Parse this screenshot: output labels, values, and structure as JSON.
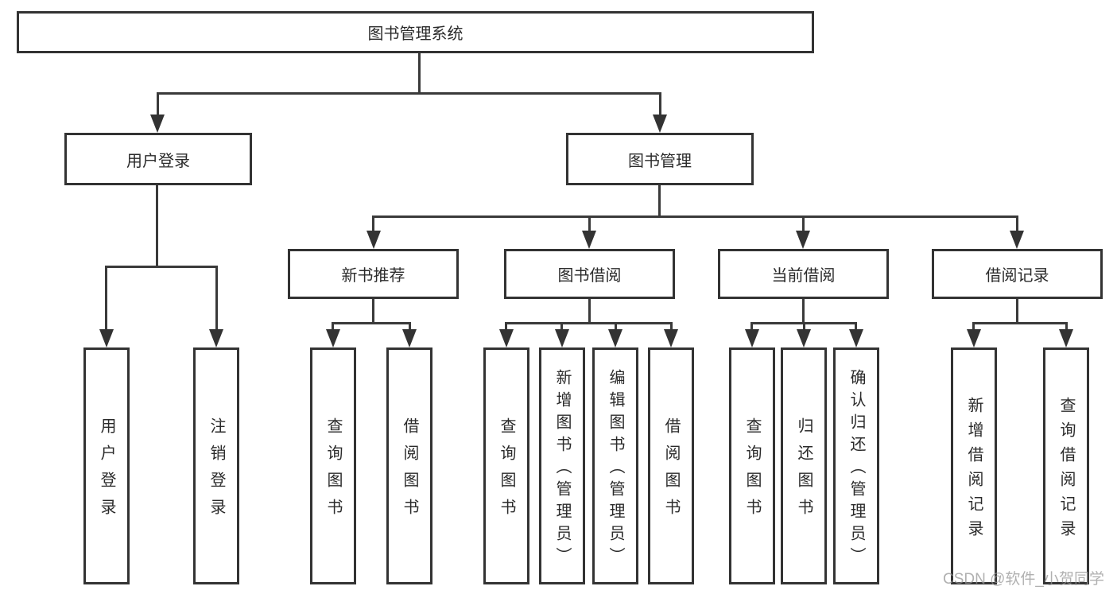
{
  "diagram": {
    "type": "hierarchy-tree",
    "watermark": "CSDN @软件_小贺同学",
    "colors": {
      "background": "#ffffff",
      "box_border": "#333333",
      "connector_line": "#3a3a3a",
      "text": "#2b2b2b",
      "watermark_text": "#969696"
    },
    "root": {
      "label": "图书管理系统",
      "children": [
        {
          "label": "用户登录",
          "children": [
            {
              "label": "用户登录"
            },
            {
              "label": "注销登录"
            }
          ]
        },
        {
          "label": "图书管理",
          "children": [
            {
              "label": "新书推荐",
              "children": [
                {
                  "label": "查询图书"
                },
                {
                  "label": "借阅图书"
                }
              ]
            },
            {
              "label": "图书借阅",
              "children": [
                {
                  "label": "查询图书"
                },
                {
                  "label": "新增图书（管理员）"
                },
                {
                  "label": "编辑图书（管理员）"
                },
                {
                  "label": "借阅图书"
                }
              ]
            },
            {
              "label": "当前借阅",
              "children": [
                {
                  "label": "查询图书"
                },
                {
                  "label": "归还图书"
                },
                {
                  "label": "确认归还（管理员）"
                }
              ]
            },
            {
              "label": "借阅记录",
              "children": [
                {
                  "label": "新增借阅记录"
                },
                {
                  "label": "查询借阅记录"
                }
              ]
            }
          ]
        }
      ]
    }
  }
}
